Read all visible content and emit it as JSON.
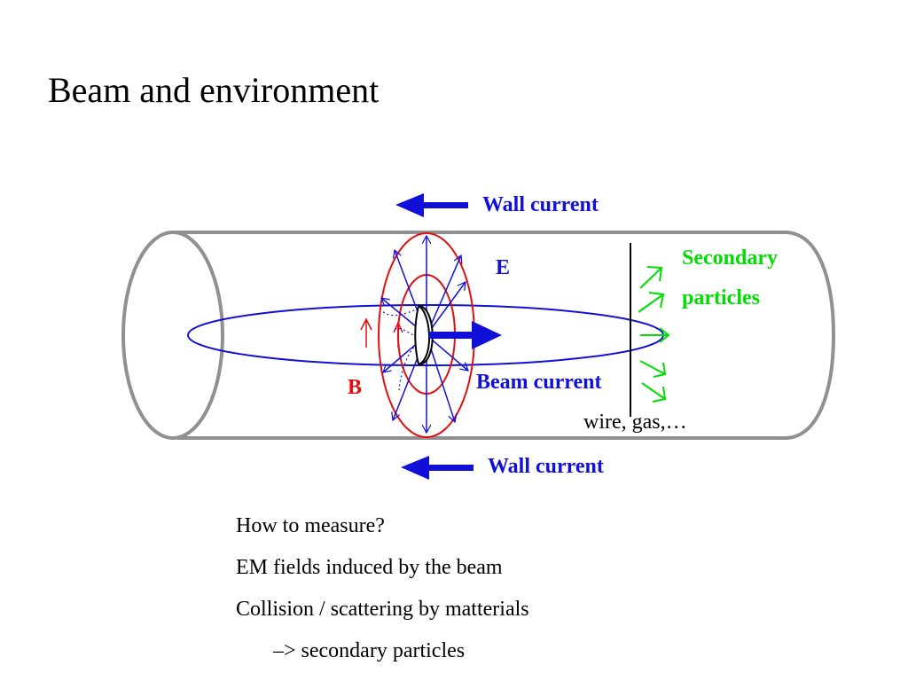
{
  "slide": {
    "title": "Beam and environment"
  },
  "diagram": {
    "labels": {
      "wall_current_top": "Wall current",
      "wall_current_bottom": "Wall current",
      "e_field": "E",
      "b_field": "B",
      "beam_current": "Beam current",
      "secondary_line1": "Secondary",
      "secondary_line2": "particles",
      "wire_gas": "wire, gas,…"
    },
    "colors": {
      "pipe": "#909090",
      "beam_blue": "#1010d8",
      "field_red": "#e01010",
      "secondary_green": "#00dd00"
    }
  },
  "notes": {
    "items": [
      "How to measure?",
      "EM fields induced by the beam",
      "Collision / scattering by matterials",
      "–> secondary particles"
    ]
  }
}
